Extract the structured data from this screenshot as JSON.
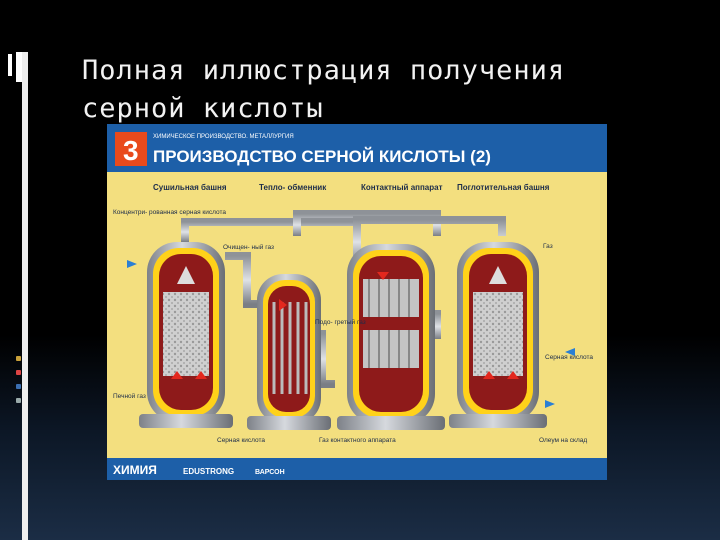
{
  "slide": {
    "title": "Полная иллюстрация получения серной кислоты"
  },
  "poster": {
    "number": "3",
    "subtitle": "ХИМИЧЕСКОЕ ПРОИЗВОДСТВО. МЕТАЛЛУРГИЯ",
    "heading": "ПРОИЗВОДСТВО СЕРНОЙ КИСЛОТЫ (2)",
    "equipment": {
      "drying_tower": "Сушильная башня",
      "heat_exchanger": "Тепло- обменник",
      "contact_apparatus": "Контактный аппарат",
      "absorption_tower": "Поглотительная башня"
    },
    "labels": {
      "conc_acid": "Концентри- рованная серная кислота",
      "purified_gas": "Очищен- ный газ",
      "heated_gas": "Подо- гретый газ",
      "gas_right": "Газ",
      "kiln_gas": "Печной газ",
      "sulfuric_acid_bottom": "Серная кислота",
      "contact_gas": "Газ контактного аппарата",
      "sulfuric_acid_right": "Серная кислота",
      "oleum": "Олеум на склад"
    },
    "footer": {
      "brand": "ХИМИЯ",
      "publisher": "EDUSTRONG",
      "publisher2": "ВАРСОН"
    }
  }
}
